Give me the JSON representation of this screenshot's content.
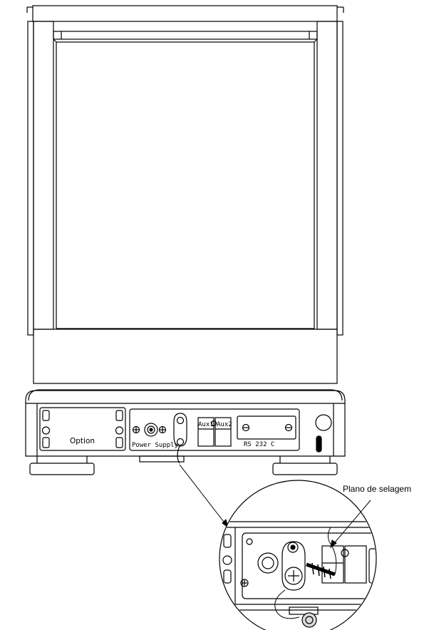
{
  "labels": {
    "option": "Option",
    "power_supply": "Power Supply",
    "aux1": "Aux1",
    "aux2": "Aux2",
    "rs232": "RS 232 C",
    "callout": "Plano de selagem"
  },
  "colors": {
    "line": "#000000",
    "background": "#ffffff",
    "shade": "#d9d9d9"
  }
}
